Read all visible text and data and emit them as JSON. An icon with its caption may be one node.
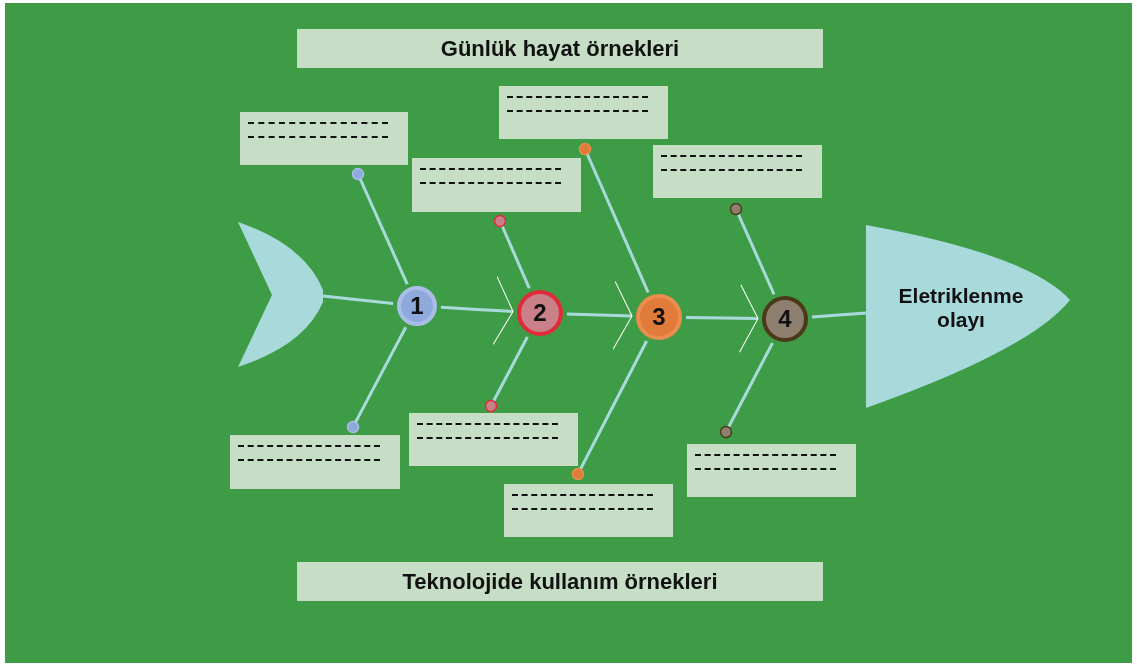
{
  "diagram": {
    "nodes": [
      {
        "text": [
          "Günlük hayat örnekleri"
        ]
      },
      {
        "text": [],
        "shape": "box"
      },
      {
        "text": [],
        "shape": "box"
      },
      {
        "text": [],
        "shape": "box"
      },
      {
        "text": [],
        "shape": "box"
      },
      {
        "text": [],
        "shape": "tail"
      },
      {
        "text": [
          "1"
        ]
      },
      {
        "text": [
          "2"
        ]
      },
      {
        "text": [
          "3"
        ]
      },
      {
        "text": [
          "4"
        ]
      },
      {
        "text": [
          "Eletriklenme olayı"
        ]
      },
      {
        "text": [],
        "shape": "box"
      },
      {
        "text": [],
        "shape": "box"
      },
      {
        "text": [],
        "shape": "box"
      },
      {
        "text": [],
        "shape": "box"
      },
      {
        "text": [
          "Teknolojide kullanım örnekleri"
        ]
      }
    ],
    "edges": [
      {
        "from": 5,
        "to": 6,
        "arrow": "none"
      },
      {
        "from": 6,
        "to": 7,
        "arrow": "to"
      },
      {
        "from": 7,
        "to": 8,
        "arrow": "to"
      },
      {
        "from": 8,
        "to": 9,
        "arrow": "to"
      },
      {
        "from": 9,
        "to": 10,
        "arrow": "none"
      },
      {
        "from": 6,
        "to": 1,
        "arrow": "other"
      },
      {
        "from": 6,
        "to": 11,
        "arrow": "other"
      },
      {
        "from": 7,
        "to": 2,
        "arrow": "other"
      },
      {
        "from": 7,
        "to": 12,
        "arrow": "other"
      },
      {
        "from": 8,
        "to": 3,
        "arrow": "other"
      },
      {
        "from": 8,
        "to": 13,
        "arrow": "other"
      },
      {
        "from": 9,
        "to": 4,
        "arrow": "other"
      },
      {
        "from": 9,
        "to": 14,
        "arrow": "other"
      }
    ]
  }
}
